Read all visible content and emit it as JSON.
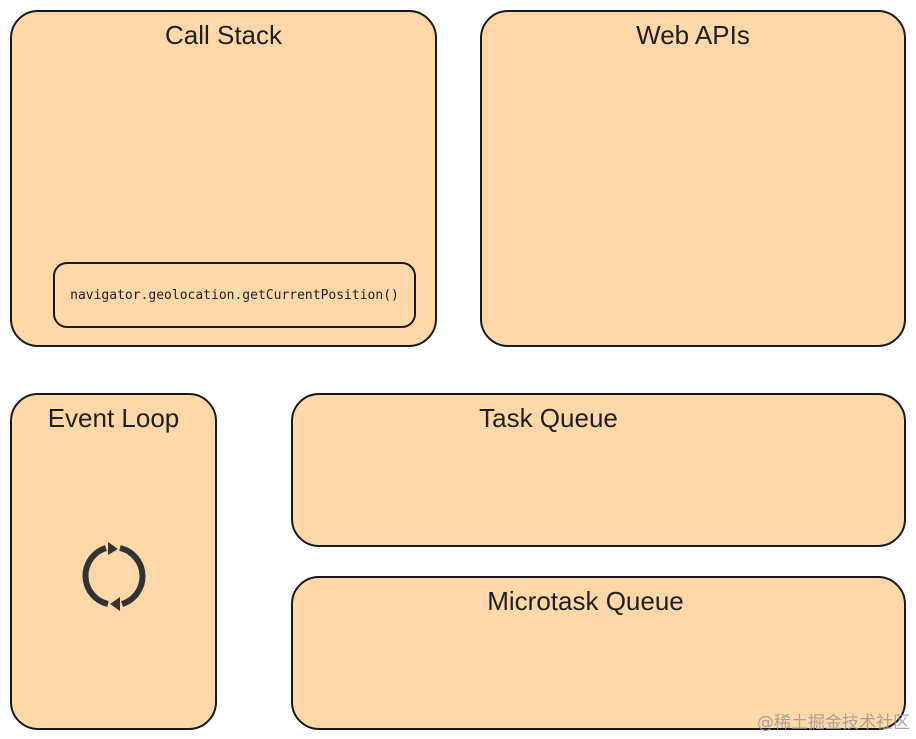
{
  "call_stack": {
    "title": "Call Stack",
    "frames": [
      {
        "label": "navigator.geolocation.getCurrentPosition()"
      }
    ]
  },
  "web_apis": {
    "title": "Web APIs"
  },
  "event_loop": {
    "title": "Event Loop",
    "icon": "refresh-icon"
  },
  "task_queue": {
    "title": "Task Queue"
  },
  "microtask_queue": {
    "title": "Microtask Queue"
  },
  "watermark": "@稀土掘金技术社区",
  "colors": {
    "panel_fill": "#fed8a8",
    "border": "#1a1a1a",
    "text": "#1f1f1f"
  }
}
